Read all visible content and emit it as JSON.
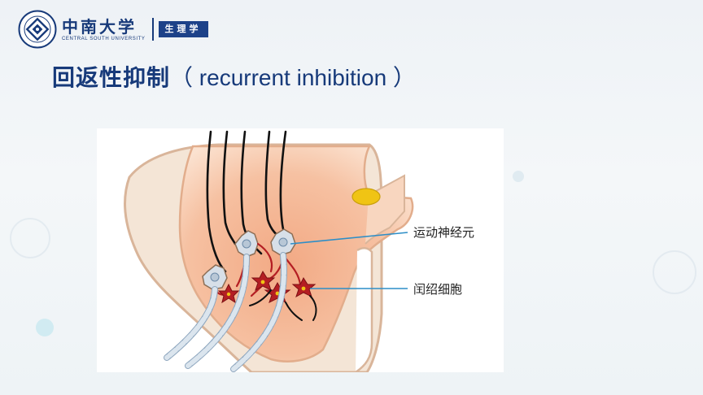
{
  "header": {
    "university_cn": "中南大学",
    "university_en": "CENTRAL SOUTH UNIVERSITY",
    "department": "生理学"
  },
  "slide": {
    "title_cn": "回返性抑制",
    "title_en": "（ recurrent inhibition ）"
  },
  "figure": {
    "labels": {
      "motor_neuron": "运动神经元",
      "interneuron": "闰绍细胞"
    },
    "colors": {
      "gray_matter": "#f7c8a8",
      "outline": "#dab79c",
      "motor_neuron": "#d7dfe8",
      "interneuron": "#b41e23",
      "axon_sheath": "#8fa7bf",
      "leader_line": "#2d8ec7",
      "nucleus": "#f0c414"
    },
    "icons": [
      "csu-logo-icon"
    ]
  }
}
